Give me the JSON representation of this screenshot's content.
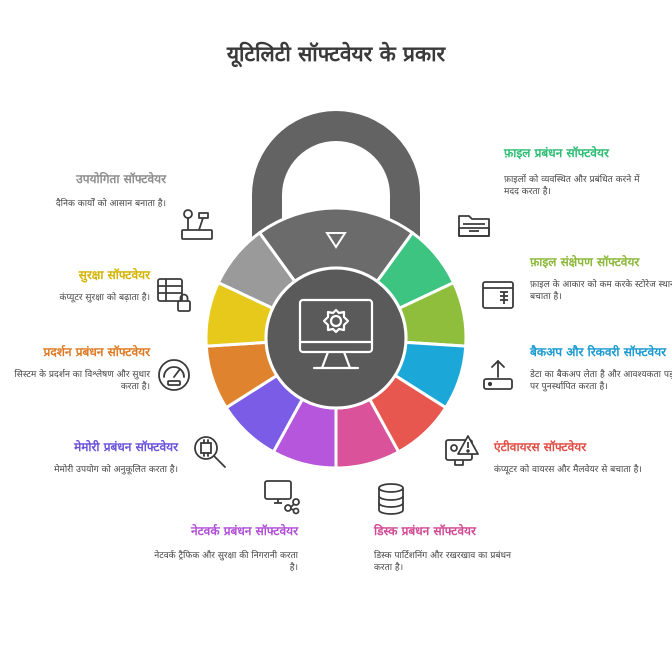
{
  "title": "यूटिलिटी सॉफ्टवेयर के प्रकार",
  "colors": {
    "shackle": "#636363",
    "ring_dark": "#6b6b6b",
    "center": "#5a5a5a",
    "segments": [
      "#3cc480",
      "#8fbe3c",
      "#1ba8d9",
      "#e8574f",
      "#d9529a",
      "#b556dc",
      "#7a5ce6",
      "#e0832e",
      "#e6c91a",
      "#9a9a9a"
    ]
  },
  "items": [
    {
      "key": "file-management",
      "title": "फ़ाइल प्रबंधन सॉफ्टवेयर",
      "desc": "फ़ाइलों को व्यवस्थित और प्रबंधित करने में मदद करता है।",
      "color": "#2ebd75",
      "icon": "folder-icon"
    },
    {
      "key": "file-compression",
      "title": "फ़ाइल संक्षेपण सॉफ्टवेयर",
      "desc": "फ़ाइल के आकार को कम करके स्टोरेज स्थान बचाता है।",
      "color": "#8cb83a",
      "icon": "compress-window-icon"
    },
    {
      "key": "backup-recovery",
      "title": "बैकअप और रिकवरी सॉफ्टवेयर",
      "desc": "डेटा का बैकअप लेता है और आवश्यकता पड़ने पर पुनर्स्थापित करता है।",
      "color": "#1a9ad1",
      "icon": "backup-upload-icon"
    },
    {
      "key": "antivirus",
      "title": "एंटीवायरस सॉफ्टवेयर",
      "desc": "कंप्यूटर को वायरस और मैलवेयर से बचाता है।",
      "color": "#e24e45",
      "icon": "virus-warning-icon"
    },
    {
      "key": "disk-management",
      "title": "डिस्क प्रबंधन सॉफ्टवेयर",
      "desc": "डिस्क पार्टिशनिंग और रखरखाव का प्रबंधन करता है।",
      "color": "#d24a94",
      "icon": "database-icon"
    },
    {
      "key": "network-management",
      "title": "नेटवर्क प्रबंधन सॉफ्टवेयर",
      "desc": "नेटवर्क ट्रैफिक और सुरक्षा की निगरानी करता है।",
      "color": "#b14fd6",
      "icon": "network-monitor-icon"
    },
    {
      "key": "memory-management",
      "title": "मेमोरी प्रबंधन सॉफ्टवेयर",
      "desc": "मेमोरी उपयोग को अनुकूलित करता है।",
      "color": "#6b52dd",
      "icon": "chip-search-icon"
    },
    {
      "key": "performance-management",
      "title": "प्रदर्शन प्रबंधन सॉफ्टवेयर",
      "desc": "सिस्टम के प्रदर्शन का विश्लेषण और सुधार करता है।",
      "color": "#dd7a22",
      "icon": "gauge-icon"
    },
    {
      "key": "security",
      "title": "सुरक्षा सॉफ्टवेयर",
      "desc": "कंप्यूटर सुरक्षा को बढ़ाता है।",
      "color": "#d4b400",
      "icon": "grid-lock-icon"
    },
    {
      "key": "utility",
      "title": "उपयोगिता सॉफ्टवेयर",
      "desc": "दैनिक कार्यों को आसान बनाता है।",
      "color": "#8e8e8e",
      "icon": "tools-icon"
    }
  ]
}
